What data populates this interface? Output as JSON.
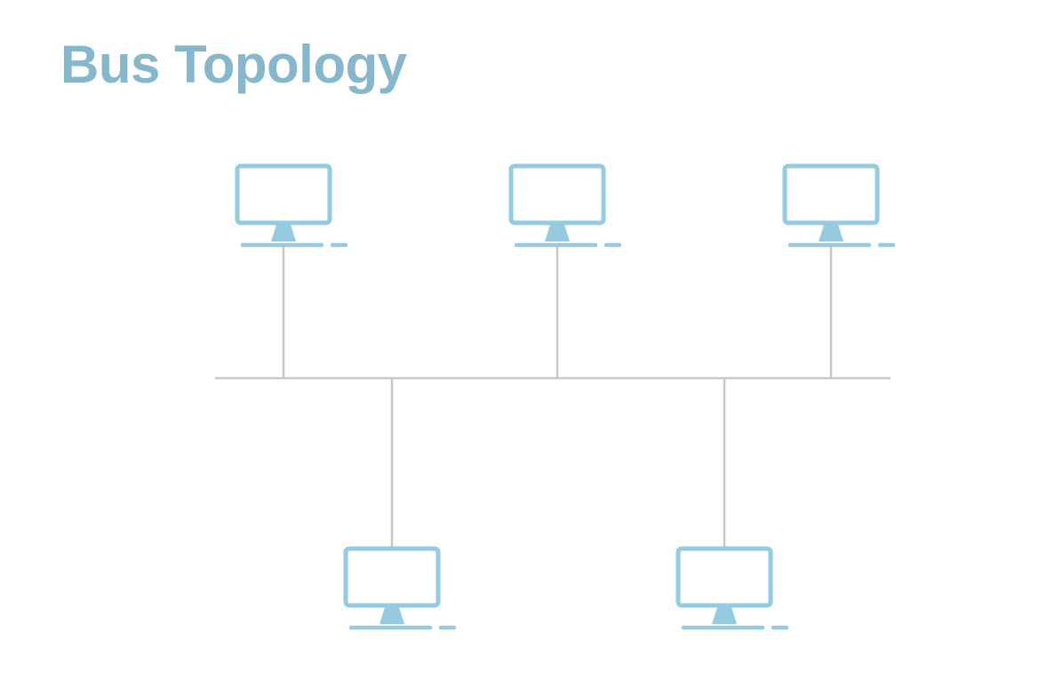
{
  "title": "Bus Topology",
  "colors": {
    "title": "#86b7cc",
    "node": "#94cbe0",
    "cable": "#c8c8c8",
    "background": "#ffffff"
  },
  "nodes": [
    {
      "name": "computer",
      "icon": "computer-monitor-icon",
      "row": "top",
      "column": 1
    },
    {
      "name": "computer",
      "icon": "computer-monitor-icon",
      "row": "top",
      "column": 2
    },
    {
      "name": "computer",
      "icon": "computer-monitor-icon",
      "row": "top",
      "column": 3
    },
    {
      "name": "computer",
      "icon": "computer-monitor-icon",
      "row": "bottom",
      "column": 1
    },
    {
      "name": "computer",
      "icon": "computer-monitor-icon",
      "row": "bottom",
      "column": 2
    }
  ]
}
